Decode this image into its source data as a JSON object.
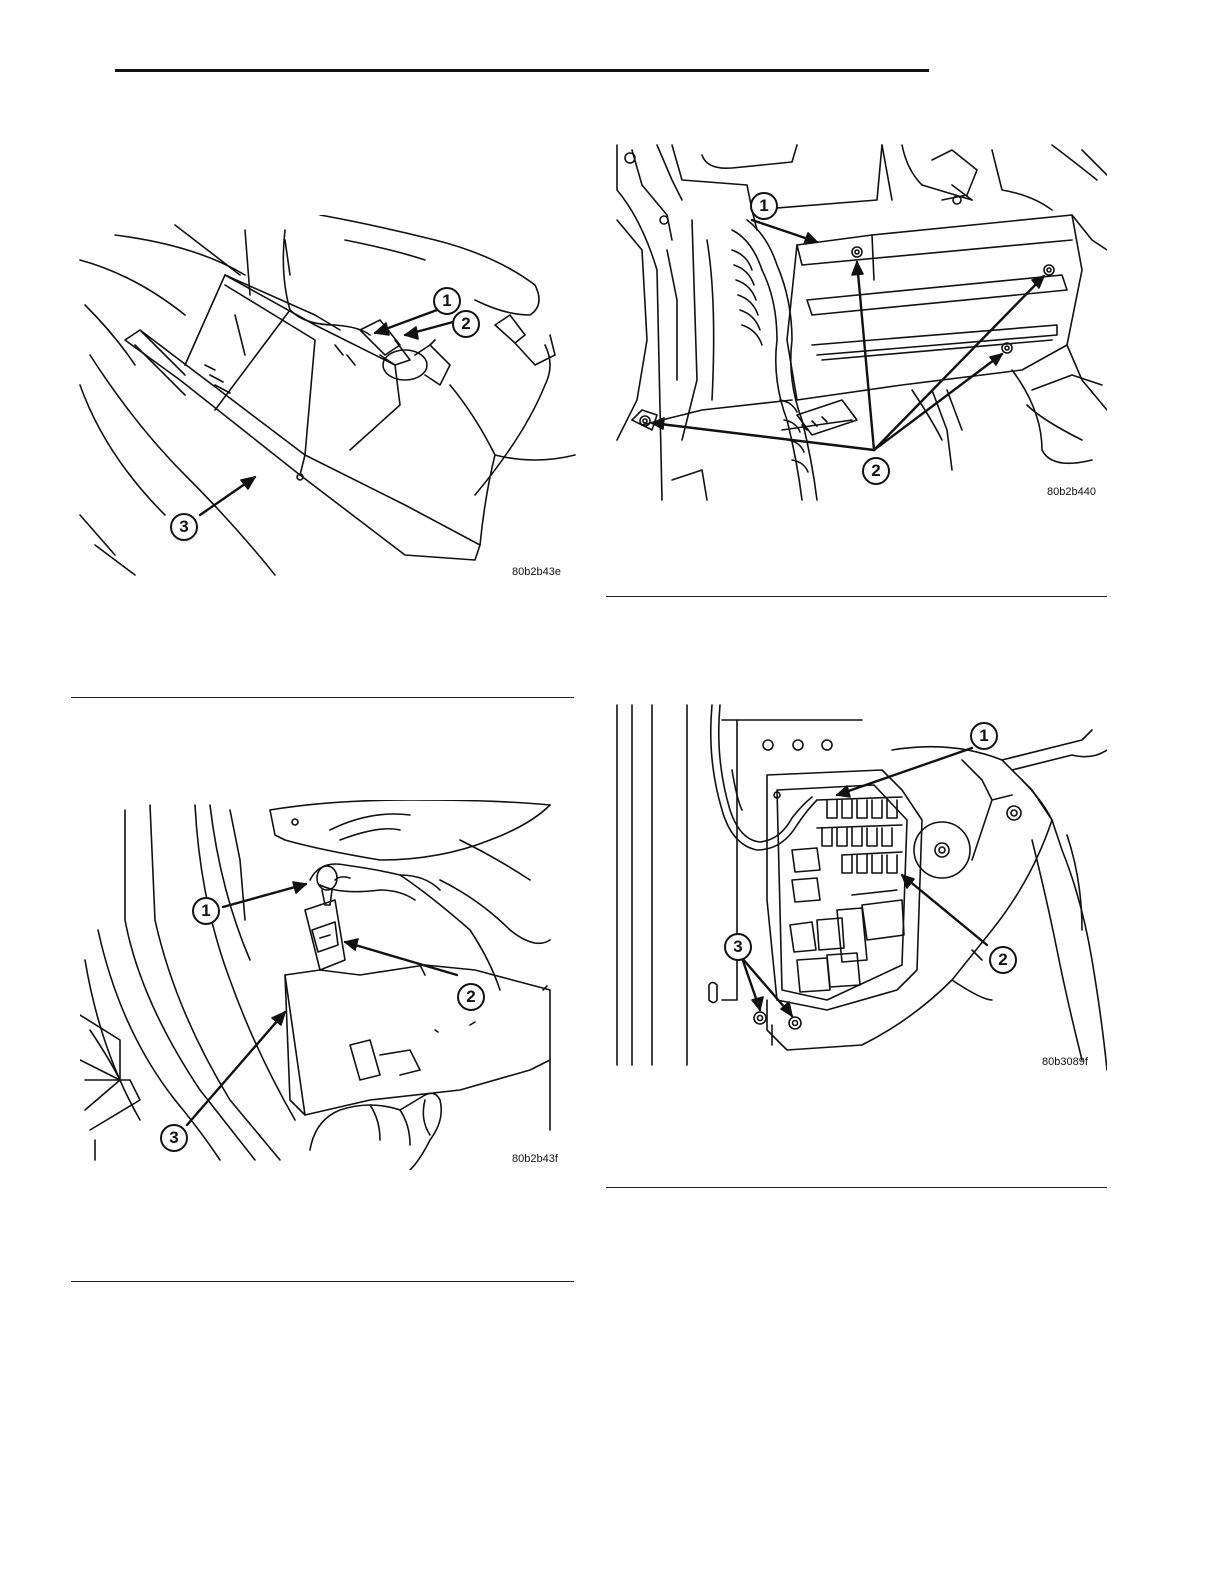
{
  "figures": [
    {
      "code": "80b2b43e",
      "callouts": [
        "1",
        "2",
        "3"
      ]
    },
    {
      "code": "80b2b440",
      "callouts": [
        "1",
        "2"
      ]
    },
    {
      "code": "80b2b43f",
      "callouts": [
        "1",
        "2",
        "3"
      ]
    },
    {
      "code": "80b3089f",
      "callouts": [
        "1",
        "2",
        "3"
      ]
    }
  ]
}
